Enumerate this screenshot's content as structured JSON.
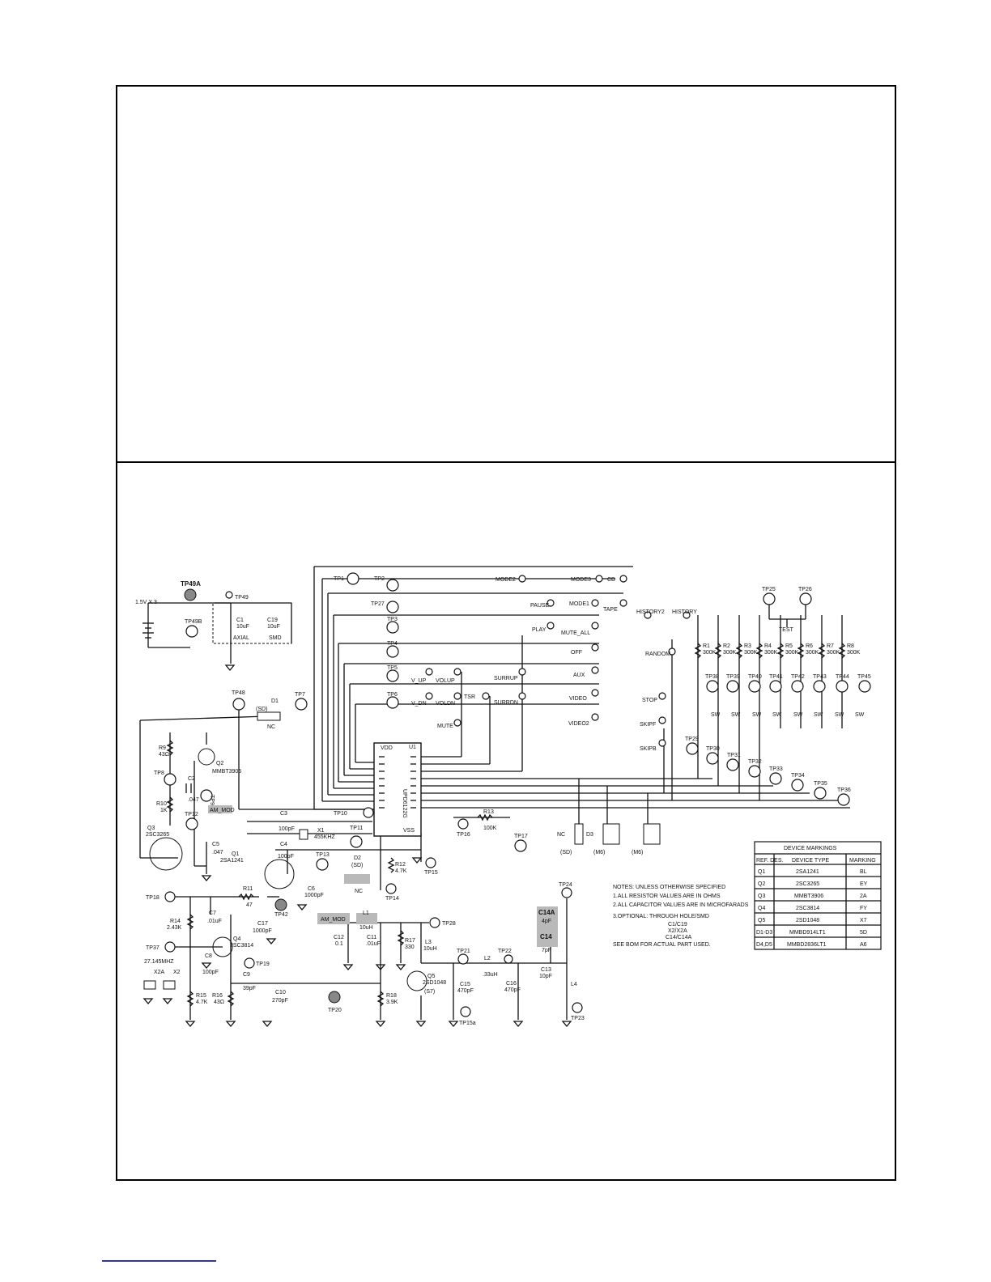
{
  "page": {
    "footer_link_present": true
  },
  "schematic": {
    "battery_label": "1.5V X 3",
    "ic_labels": [
      "UPD6122G",
      "U1"
    ],
    "test_points": [
      {
        "id": "tp1",
        "label": "TP1"
      },
      {
        "id": "tp2",
        "label": "TP2"
      },
      {
        "id": "tp27",
        "label": "TP27"
      },
      {
        "id": "tp3",
        "label": "TP3"
      },
      {
        "id": "tp4",
        "label": "TP4"
      },
      {
        "id": "tp5",
        "label": "TP5"
      },
      {
        "id": "tp6",
        "label": "TP6"
      },
      {
        "id": "tp48",
        "label": "TP48"
      },
      {
        "id": "tp7",
        "label": "TP7"
      },
      {
        "id": "tp49a",
        "label": "TP49A"
      },
      {
        "id": "tp49b",
        "label": "TP49B"
      },
      {
        "id": "tp49",
        "label": "TP49"
      },
      {
        "id": "tp8",
        "label": "TP8"
      },
      {
        "id": "tp9",
        "label": "TP9"
      },
      {
        "id": "tp12",
        "label": "TP12"
      },
      {
        "id": "tp10",
        "label": "TP10"
      },
      {
        "id": "tp11",
        "label": "TP11"
      },
      {
        "id": "tp13",
        "label": "TP13"
      },
      {
        "id": "tp14",
        "label": "TP14"
      },
      {
        "id": "tp15",
        "label": "TP15"
      },
      {
        "id": "tp16",
        "label": "TP16"
      },
      {
        "id": "tp17",
        "label": "TP17"
      },
      {
        "id": "tp18",
        "label": "TP18"
      },
      {
        "id": "tp37",
        "label": "TP37"
      },
      {
        "id": "tp42",
        "label": "TP42"
      },
      {
        "id": "tp19",
        "label": "TP19"
      },
      {
        "id": "tp20",
        "label": "TP20"
      },
      {
        "id": "tp28",
        "label": "TP28"
      },
      {
        "id": "tp21",
        "label": "TP21"
      },
      {
        "id": "tp22",
        "label": "TP22"
      },
      {
        "id": "tp24",
        "label": "TP24"
      },
      {
        "id": "tp23",
        "label": "TP23"
      },
      {
        "id": "tp15a",
        "label": "TP15a"
      },
      {
        "id": "tp25",
        "label": "TP25"
      },
      {
        "id": "tp26",
        "label": "TP26"
      },
      {
        "id": "tp29",
        "label": "TP29"
      },
      {
        "id": "tp30",
        "label": "TP30"
      },
      {
        "id": "tp31",
        "label": "TP31"
      },
      {
        "id": "tp32",
        "label": "TP32"
      },
      {
        "id": "tp33",
        "label": "TP33"
      },
      {
        "id": "tp34",
        "label": "TP34"
      },
      {
        "id": "tp35",
        "label": "TP35"
      },
      {
        "id": "tp36",
        "label": "TP36"
      },
      {
        "id": "tp38",
        "label": "TP38"
      },
      {
        "id": "tp39",
        "label": "TP39"
      },
      {
        "id": "tp40",
        "label": "TP40"
      },
      {
        "id": "tp41",
        "label": "TP41"
      },
      {
        "id": "tp43",
        "label": "TP43"
      },
      {
        "id": "tp44",
        "label": "TP44"
      },
      {
        "id": "tp45",
        "label": "TP45"
      },
      {
        "id": "tp42b",
        "label": "TP42"
      }
    ],
    "switch_labels": [
      "MODE2",
      "MODE3",
      "CD",
      "PAUSE",
      "MODE1",
      "TAPE",
      "PLAY",
      "MUTE_ALL",
      "OFF",
      "AUX",
      "VIDEO",
      "VIDEO2",
      "RANDOM",
      "V_UP",
      "VOLUP",
      "V_DN",
      "VOLDN",
      "SURRUP",
      "SURRDN",
      "TSR",
      "MUTE",
      "STOP",
      "SKIPF",
      "SKIPB",
      "HISTORY2",
      "HISTORY"
    ],
    "resistor_labels": [
      "R1",
      "R2",
      "R3",
      "R4",
      "R5",
      "R6",
      "R7",
      "R8"
    ],
    "resistor_values": [
      "300K",
      "300K",
      "300K",
      "300K",
      "300K",
      "300K",
      "300K",
      "300K"
    ],
    "sw_labels": [
      "SW",
      "SW",
      "SW",
      "SW",
      "SW",
      "SW",
      "SW",
      "SW"
    ],
    "component_labels": {
      "c1": "C1",
      "c1_value": "10uF",
      "c1_type": "AXIAL",
      "c19": "C19",
      "c19_value": "10uF",
      "c19_type": "SMD",
      "r9": "R9",
      "r9_value": "43Ω",
      "r10": "R10",
      "r10_value": "1K",
      "c2": "C2",
      "c2_value": ".047",
      "q2": "Q2",
      "q2_value": "MMBT3906",
      "q3": "Q3",
      "q3_value": "2SC3265",
      "c3": "C3",
      "c3_value": "100pF",
      "x1": "X1",
      "x1_value": "455KHZ",
      "c4": "C4",
      "c4_value": "100pF",
      "q1": "Q1",
      "q1_value": "2SA1241",
      "c5": "C5",
      "c5_value": ".047",
      "r11": "R11",
      "r11_value": "47",
      "c6": "C6",
      "c6_value": "1000pF",
      "r12": "R12",
      "r12_value": "4.7K",
      "r13": "R13",
      "r13_value": "100K",
      "c7": "C7",
      "c7_value": ".01uF",
      "c17": "C17",
      "c17_value": "1000pF",
      "r14": "R14",
      "r14_value": "2.43K",
      "q4": "Q4",
      "q4_value": "2SC3814",
      "c8": "C8",
      "c8_value": "100pF",
      "c9": "C9",
      "c9_value": "39pF",
      "c10": "C10",
      "c10_value": "270pF",
      "x2": "X2",
      "x2a": "X2A",
      "x2_value": "27.145MHZ",
      "r15": "R15",
      "r15_value": "4.7K",
      "r16": "R16",
      "r16_value": "43Ω",
      "c12": "C12",
      "c12_value": "0.1",
      "c11": "C11",
      "c11_value": ".01uF",
      "r17": "R17",
      "r17_value": "330",
      "l1": "L1",
      "l1_value": "10uH",
      "l3": "L3",
      "l3_value": "10uH",
      "r18": "R18",
      "r18_value": "3.9K",
      "q5": "Q5",
      "q5_value": "2SD1048",
      "q5_pkg": "(S7)",
      "c15": "C15",
      "c15_value": "470pF",
      "l2": "L2",
      "l2_value": ".33uH",
      "c16": "C16",
      "c16_value": "470pF",
      "c13": "C13",
      "c13_value": "10pF",
      "c14a": "C14A",
      "c14": "C14",
      "c14_value": "4pF",
      "c14_value2": "7pF",
      "l4": "L4",
      "d1": "D1",
      "d1_pkg": "(SD)",
      "d2": "D2",
      "d2_pkg": "(SD)",
      "d3": "D3",
      "d3_pkg": "(SD)",
      "d4_pkg": "(M6)",
      "d5_pkg": "(M6)",
      "nc": "NC",
      "test_label": "TEST",
      "am_mod": "AM_MOD",
      "am_mod2": "AM_MOD",
      "vdd": "VDD",
      "vss": "VSS"
    },
    "notes": {
      "title": "NOTES: UNLESS OTHERWISE SPECIFIED",
      "lines": [
        "1.ALL RESISTOR VALUES ARE IN OHMS",
        "2.ALL CAPACITOR VALUES ARE IN MICROFARADS",
        "3.OPTIONAL: THROUGH HOLE/SMD",
        "C1/C19",
        "X2/X2A",
        "C14/C14A",
        "SEE BOM FOR ACTUAL PART USED."
      ]
    },
    "device_markings": {
      "title": "DEVICE MARKINGS",
      "columns": [
        "REF. DES.",
        "DEVICE TYPE",
        "MARKING"
      ],
      "rows": [
        [
          "Q1",
          "2SA1241",
          "BL"
        ],
        [
          "Q2",
          "2SC3265",
          "EY"
        ],
        [
          "Q3",
          "MMBT3906",
          "2A"
        ],
        [
          "Q4",
          "2SC3814",
          "FY"
        ],
        [
          "Q5",
          "2SD1048",
          "X7"
        ],
        [
          "D1-D3",
          "MMBD914LT1",
          "5D"
        ],
        [
          "D4,D5",
          "MMBD2836LT1",
          "A6"
        ]
      ]
    }
  }
}
